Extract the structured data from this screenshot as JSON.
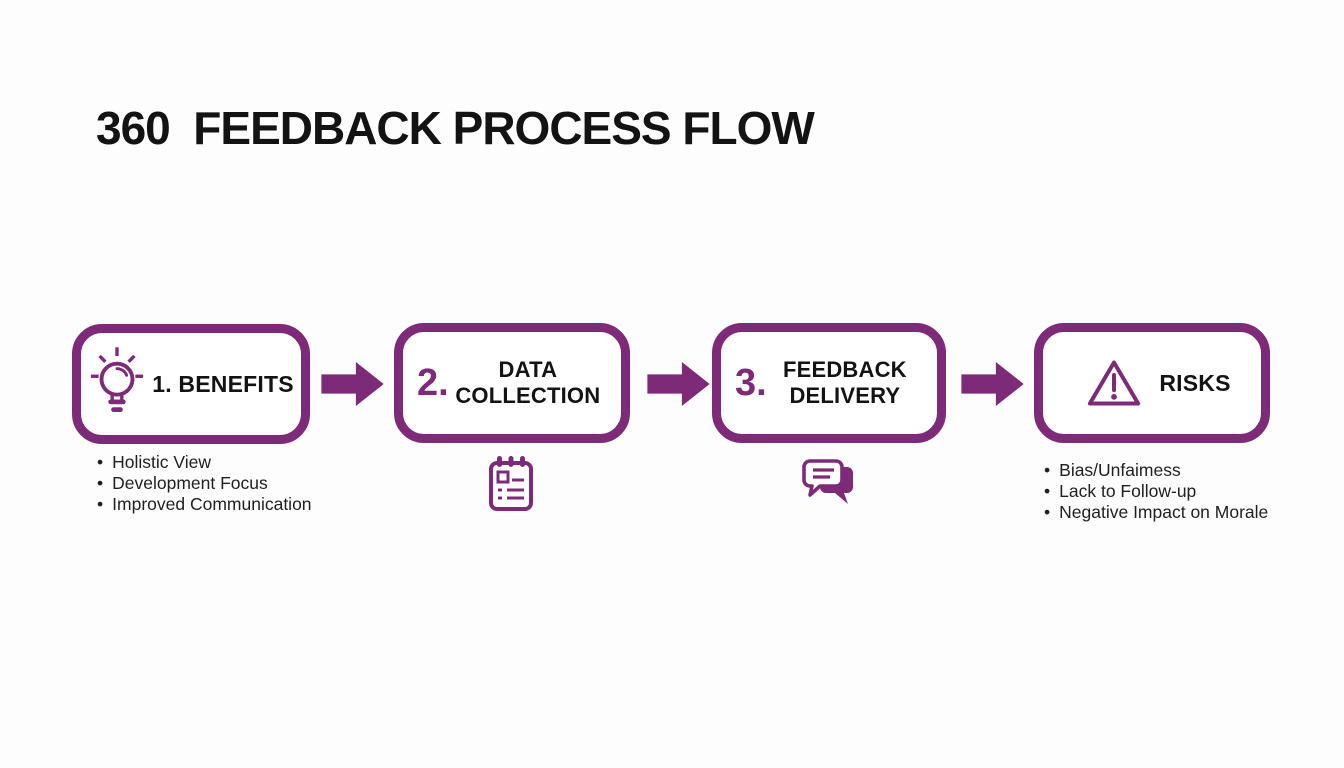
{
  "colors": {
    "accent": "#7d2b78",
    "ink": "#131313",
    "background": "#fdfdfd"
  },
  "title": "360  FEEDBACK PROCESS FLOW",
  "flow": {
    "steps": [
      {
        "number": "1.",
        "title": "BENEFITS",
        "icon": "lightbulb-icon"
      },
      {
        "number": "2.",
        "title": "DATA\nCOLLECTION",
        "icon": "survey-notepad-icon"
      },
      {
        "number": "3.",
        "title": "FEEDBACK\nDELIVERY",
        "icon": "chat-bubbles-icon"
      },
      {
        "number": "",
        "title": "RISKS",
        "icon": "warning-triangle-icon"
      }
    ],
    "connector_icon": "arrow-right-icon"
  },
  "benefits": {
    "items": [
      "Holistic View",
      "Development Focus",
      "Improved Communication"
    ]
  },
  "risks": {
    "items": [
      "Bias/Unfaimess",
      "Lack to Follow-up",
      "Negative Impact on Morale"
    ]
  }
}
